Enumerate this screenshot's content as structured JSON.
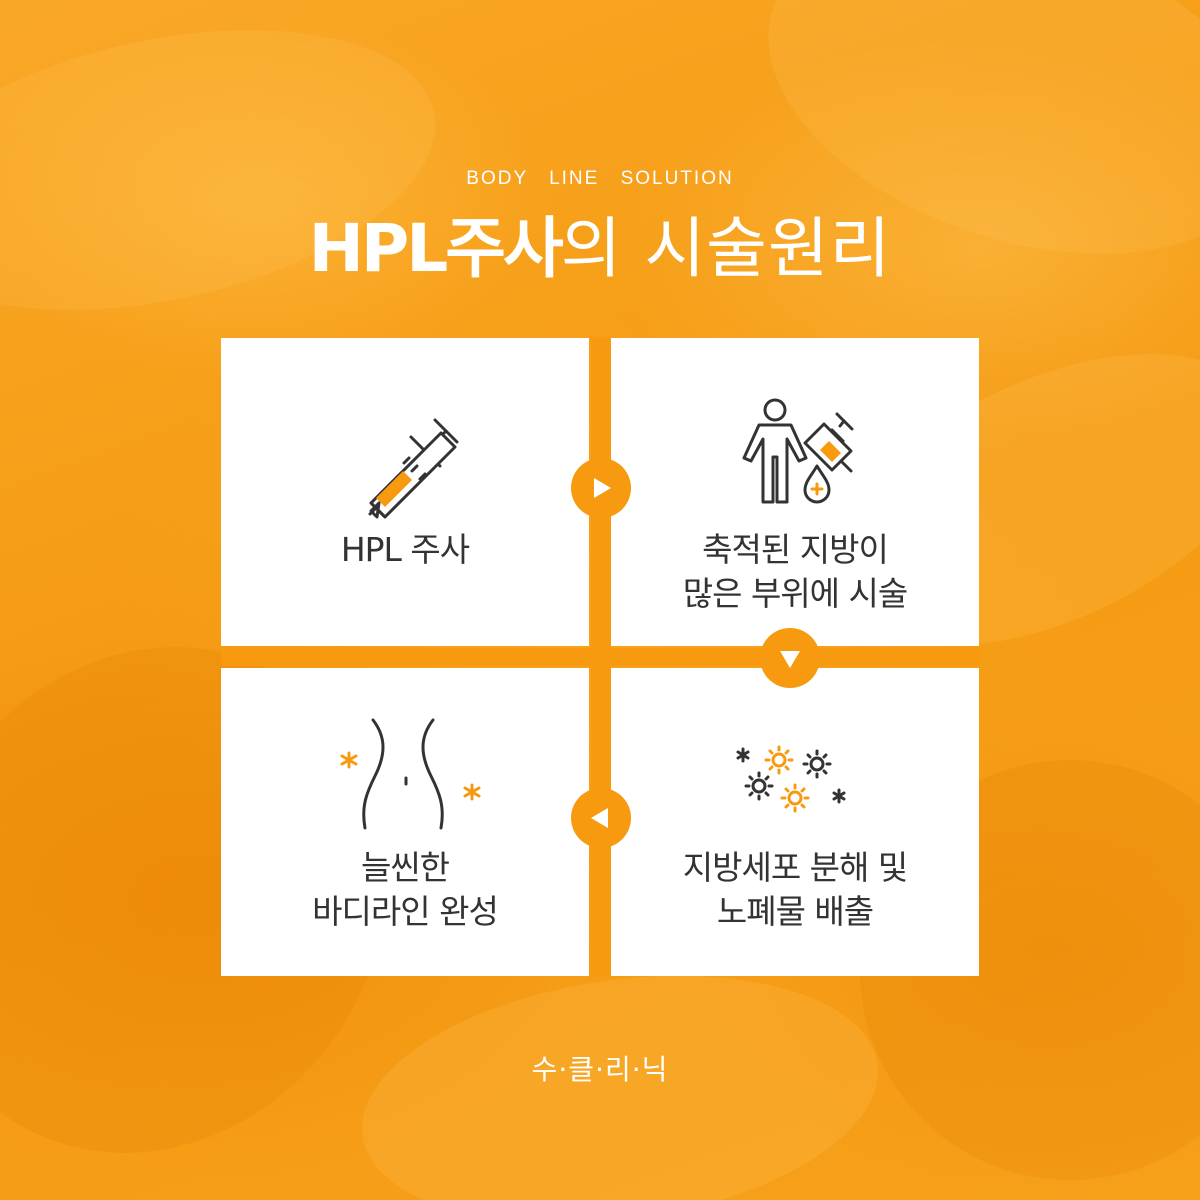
{
  "header": {
    "subtitle": "BODY LINE SOLUTION",
    "title_strong": "HPL주사",
    "title_light": "의 시술원리"
  },
  "steps": [
    {
      "icon": "syringe-icon",
      "lines": [
        "HPL 주사"
      ]
    },
    {
      "icon": "person-injection-icon",
      "lines": [
        "축적된 지방이",
        "많은 부위에 시술"
      ]
    },
    {
      "icon": "slim-waist-icon",
      "lines": [
        "늘씬한",
        "바디라인 완성"
      ]
    },
    {
      "icon": "fat-cells-icon",
      "lines": [
        "지방세포 분해 및",
        "노폐물 배출"
      ]
    }
  ],
  "footer": {
    "brand": "수·클·리·닉"
  },
  "colors": {
    "accent": "#f79a10",
    "icon_stroke": "#333333",
    "card": "#ffffff",
    "text": "#333333"
  }
}
